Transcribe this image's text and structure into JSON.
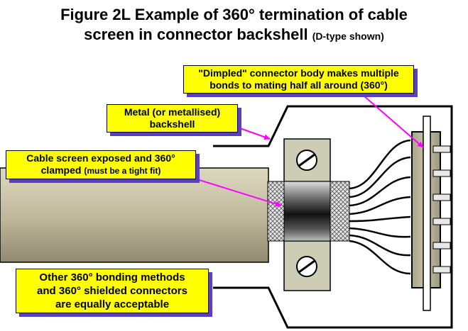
{
  "title": {
    "line1": "Figure 2L    Example of 360° termination of cable",
    "line2": "screen in connector backshell",
    "line2_note": "(D-type shown)"
  },
  "labels": {
    "dimpled": {
      "line1": "\"Dimpled\" connector body makes multiple",
      "line2": "bonds to mating half all around (360°)"
    },
    "backshell": {
      "line1": "Metal (or metallised)",
      "line2": "backshell"
    },
    "screen": {
      "line1": "Cable screen exposed and 360°",
      "line2a": "clamped",
      "line2b": "(must be a tight fit)"
    },
    "other": {
      "line1": "Other 360° bonding methods",
      "line2": "and  360° shielded connectors",
      "line3": "are equally acceptable"
    }
  },
  "colors": {
    "callout_fill": "#ffff00",
    "callout_shadow": "#5a3fc4",
    "arrow": "#ff00ff",
    "cable": "#c8c3a3",
    "connector": "#b9b59a"
  }
}
